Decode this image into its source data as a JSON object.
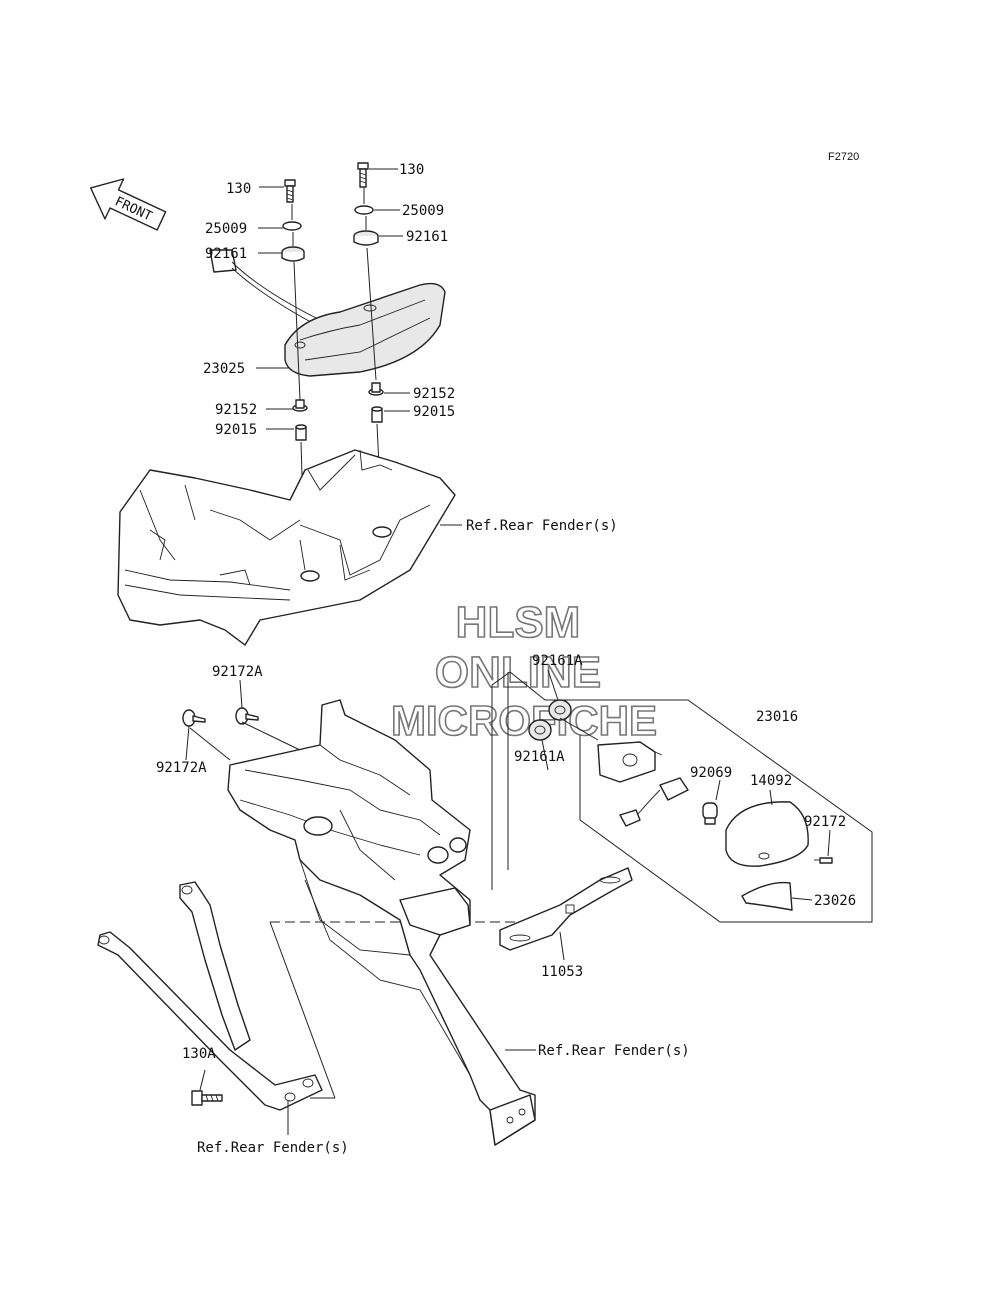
{
  "diagram_code": "F2720",
  "front_arrow": {
    "text": "FRONT",
    "icon": "front-direction-arrow-icon"
  },
  "watermark": [
    "HLSM",
    "ONLINE",
    "MICROFICHE"
  ],
  "labels": {
    "bolt_130_left": "130",
    "bolt_130_right": "130",
    "washer_25009_left": "25009",
    "washer_25009_right": "25009",
    "grommet_92161_left": "92161",
    "grommet_92161_right": "92161",
    "tail_lamp_23025": "23025",
    "bushing_92152_left": "92152",
    "bushing_92152_right": "92152",
    "collar_92015_left": "92015",
    "collar_92015_right": "92015",
    "ref_rear_fender_1": "Ref.Rear Fender(s)",
    "clip_92172A_top": "92172A",
    "clip_92172A_left": "92172A",
    "grommet_92161A_top": "92161A",
    "grommet_92161A_bottom": "92161A",
    "license_lamp_23016": "23016",
    "bulb_92069": "92069",
    "lens_cover_14092": "14092",
    "screw_92172": "92172",
    "lens_23026": "23026",
    "bracket_11053": "11053",
    "ref_rear_fender_2": "Ref.Rear Fender(s)",
    "bolt_130A": "130A",
    "ref_rear_fender_3": "Ref.Rear Fender(s)"
  }
}
